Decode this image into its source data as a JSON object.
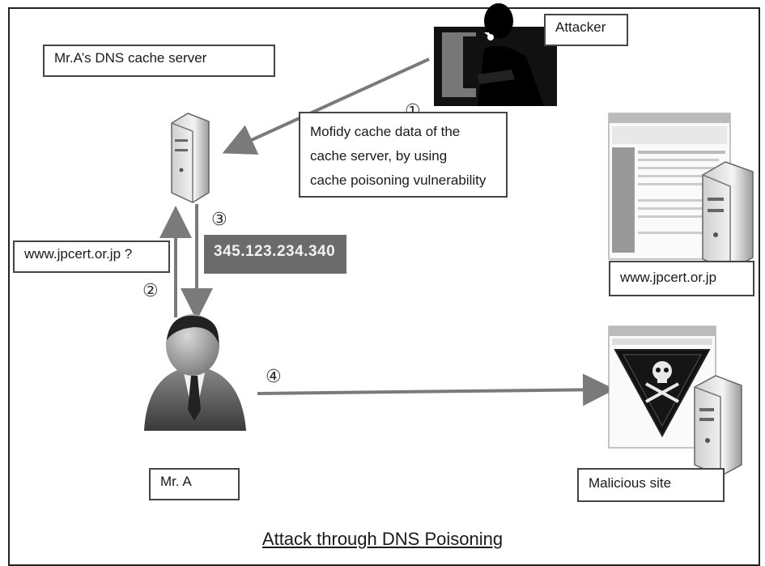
{
  "labels": {
    "dns_server": "Mr.A’s DNS cache server",
    "attacker": "Attacker",
    "modify_note": [
      "Mofidy cache data of the",
      "cache server, by using",
      "cache poisoning vulnerability"
    ],
    "query": "www.jpcert.or.jp ?",
    "response_ip": "345.123.234.340",
    "legit_site": "www.jpcert.or.jp",
    "user": "Mr. A",
    "malicious_site": "Malicious site",
    "caption": "Attack through DNS Poisoning"
  },
  "steps": [
    "①",
    "②",
    "③",
    "④"
  ]
}
